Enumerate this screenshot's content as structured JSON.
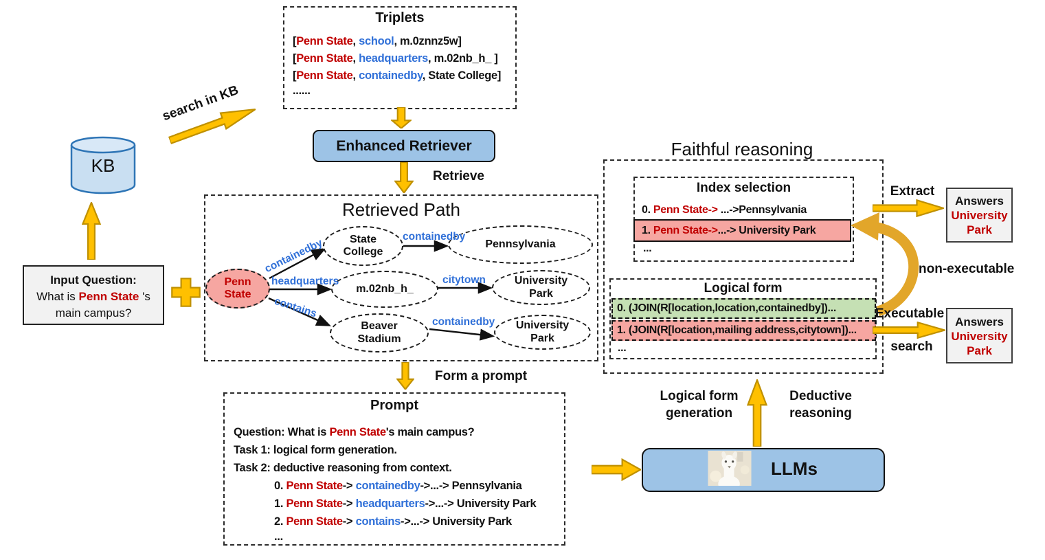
{
  "colors": {
    "arrow_fill": "#FFC000",
    "arrow_border": "#BF9000",
    "curved_arrow": "#E2A62A",
    "panel_blue": "#9DC3E6",
    "kb_fill": "#C9DFF2",
    "kb_border": "#2E75B6",
    "pink": "#F6A6A1",
    "green": "#C5E0B4",
    "gray_box": "#F2F2F2",
    "red_text": "#C00000",
    "blue_text": "#3070D8"
  },
  "triplets": {
    "title": "Triplets",
    "lines": [
      [
        [
          "[",
          "k"
        ],
        [
          "Penn State",
          "r"
        ],
        [
          ", ",
          "k"
        ],
        [
          "school",
          "b"
        ],
        [
          ", m.0znnz5w]",
          "k"
        ]
      ],
      [
        [
          "[",
          "k"
        ],
        [
          "Penn State",
          "r"
        ],
        [
          ", ",
          "k"
        ],
        [
          "headquarters",
          "b"
        ],
        [
          ", m.02nb_h_ ]",
          "k"
        ]
      ],
      [
        [
          "[",
          "k"
        ],
        [
          "Penn State",
          "r"
        ],
        [
          ", ",
          "k"
        ],
        [
          "containedby",
          "b"
        ],
        [
          ", State College]",
          "k"
        ]
      ]
    ],
    "ellipsis": "......"
  },
  "enhanced_retriever": {
    "label": "Enhanced Retriever"
  },
  "kb": {
    "label": "KB"
  },
  "flow_labels": {
    "search_in_kb": "search in KB",
    "retrieve": "Retrieve",
    "form_a_prompt": "Form a prompt",
    "extract": "Extract",
    "non_executable": "non-executable",
    "executable": "Executable",
    "search": "search",
    "logical_form_generation": [
      "Logical form",
      "generation"
    ],
    "deductive_reasoning": [
      "Deductive",
      "reasoning"
    ]
  },
  "input_question": {
    "title": "Input Question:",
    "line1": [
      [
        "What is ",
        "k"
      ],
      [
        "Penn State",
        "r"
      ],
      [
        " 's",
        "k"
      ]
    ],
    "line2": "main campus?"
  },
  "retrieved_path": {
    "title": "Retrieved Path",
    "nodes": {
      "penn_state": "Penn State",
      "state_college": "State College",
      "pennsylvania": "Pennsylvania",
      "mid": "m.02nb_h_",
      "university_park_top": "University Park",
      "beaver_stadium": "Beaver Stadium",
      "university_park_bottom": "University Park"
    },
    "edges": {
      "ps_sc": "containedby",
      "sc_pa": "containedby",
      "ps_mid": "headquarters",
      "mid_up": "citytown",
      "ps_bs": "contains",
      "bs_up": "containedby"
    }
  },
  "prompt": {
    "title": "Prompt",
    "line_question": [
      [
        "Question: What is ",
        "k"
      ],
      [
        "Penn State",
        "r"
      ],
      [
        "'s main campus?",
        "k"
      ]
    ],
    "line_task1": "Task 1: logical form generation.",
    "line_task2": "Task 2: deductive reasoning from context.",
    "path0": [
      [
        "0. ",
        "k"
      ],
      [
        "Penn State",
        "r"
      ],
      [
        "-> ",
        "k"
      ],
      [
        "containedby",
        "b"
      ],
      [
        "->...-> Pennsylvania",
        "k"
      ]
    ],
    "path1": [
      [
        "1. ",
        "k"
      ],
      [
        "Penn State",
        "r"
      ],
      [
        "-> ",
        "k"
      ],
      [
        "headquarters",
        "b"
      ],
      [
        "->...-> University Park",
        "k"
      ]
    ],
    "path2": [
      [
        "2. ",
        "k"
      ],
      [
        "Penn State",
        "r"
      ],
      [
        "-> ",
        "k"
      ],
      [
        "contains",
        "b"
      ],
      [
        "->...-> University Park",
        "k"
      ]
    ],
    "ellipsis": "..."
  },
  "llms": {
    "label": "LLMs"
  },
  "faithful": {
    "title": "Faithful reasoning",
    "index_selection": {
      "title": "Index selection",
      "row0": [
        [
          "0.  ",
          "k"
        ],
        [
          "Penn State->",
          "r"
        ],
        [
          " ...->Pennsylvania",
          "k"
        ]
      ],
      "row1": [
        [
          "1.  ",
          "k"
        ],
        [
          "Penn State->",
          "r"
        ],
        [
          "...-> University Park",
          "k"
        ]
      ],
      "ellipsis": "..."
    },
    "logical_form": {
      "title": "Logical form",
      "row0": "0. (JOIN(R[location,location,containedby])...",
      "row1": "1. (JOIN(R[location,mailing address,citytown])...",
      "ellipsis": "..."
    }
  },
  "answers_top": {
    "answers": "Answers",
    "city": "University",
    "park": "Park"
  },
  "answers_bottom": {
    "answers": "Answers",
    "city": "University",
    "park": "Park"
  }
}
